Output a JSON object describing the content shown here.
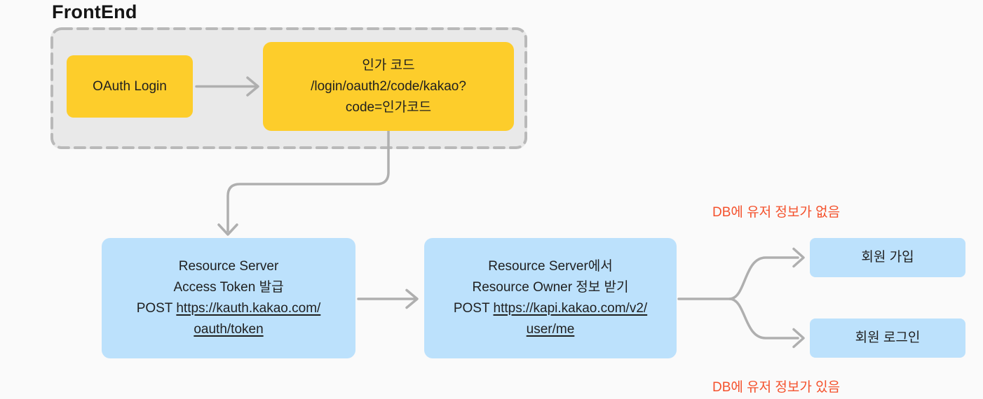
{
  "frontend": {
    "label": "FrontEnd"
  },
  "nodes": {
    "oauth_login": {
      "label": "OAuth Login"
    },
    "auth_code": {
      "line1": "인가 코드",
      "line2": "/login/oauth2/code/kakao?",
      "line3": "code=인가코드"
    },
    "token": {
      "line1": "Resource Server",
      "line2": "Access Token 발급",
      "line3_prefix": "POST ",
      "line3_url": "https://kauth.kakao.com/",
      "line4_url": "oauth/token"
    },
    "owner": {
      "line1": "Resource Server에서",
      "line2": "Resource Owner 정보 받기",
      "line3_prefix": "POST ",
      "line3_url": "https://kapi.kakao.com/v2/",
      "line4_url": "user/me"
    },
    "signup": {
      "label": "회원 가입"
    },
    "login": {
      "label": "회원 로그인"
    }
  },
  "notes": {
    "no_user": "DB에 유저 정보가 없음",
    "has_user": "DB에 유저 정보가 있음"
  },
  "colors": {
    "yellow": "#FDCD2B",
    "blue": "#BCE1FC",
    "container_bg": "#E9E9E9",
    "container_border": "#B9B9B9",
    "arrow": "#AFAFAF",
    "note_red": "#F4512C",
    "background": "#FAFAFA"
  }
}
